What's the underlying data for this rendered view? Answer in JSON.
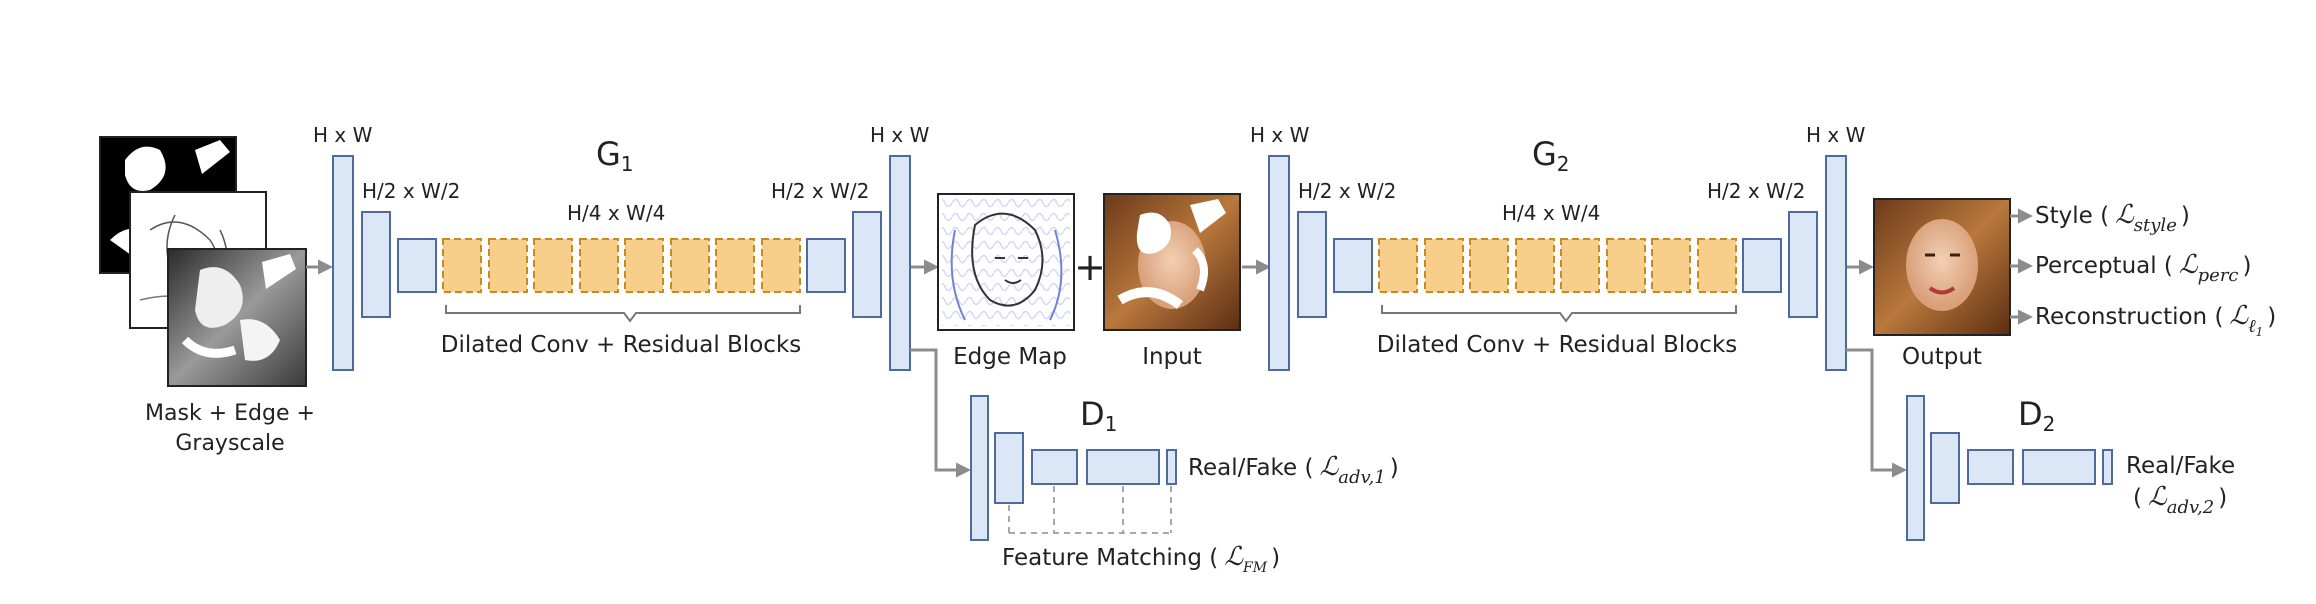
{
  "generator1": {
    "title": "G",
    "title_sub": "1",
    "dim_full_in": "H x W",
    "dim_half_in": "H/2 x W/2",
    "dim_quarter": "H/4 x W/4",
    "dim_half_out": "H/2 x W/2",
    "dim_full_out": "H x W",
    "blocks_label": "Dilated Conv + Residual Blocks"
  },
  "generator2": {
    "title": "G",
    "title_sub": "2",
    "dim_full_in": "H x W",
    "dim_half_in": "H/2 x W/2",
    "dim_quarter": "H/4 x W/4",
    "dim_half_out": "H/2 x W/2",
    "dim_full_out": "H x W",
    "blocks_label": "Dilated Conv + Residual Blocks"
  },
  "inputs": {
    "stack_label_line1": "Mask + Edge +",
    "stack_label_line2": "Grayscale"
  },
  "edge_map": {
    "label": "Edge Map"
  },
  "plus_sign": "+",
  "masked_input": {
    "label": "Input"
  },
  "output": {
    "label": "Output"
  },
  "losses": {
    "style": {
      "text": "Style (",
      "symbol": "ℒ",
      "sub": "style",
      "close": ")"
    },
    "perceptual": {
      "text": "Perceptual (",
      "symbol": "ℒ",
      "sub": "perc",
      "close": ")"
    },
    "reconstruction": {
      "text": "Reconstruction (",
      "symbol": "ℒ",
      "sub": "ℓ",
      "sub2": "1",
      "close": ")"
    }
  },
  "discriminator1": {
    "title": "D",
    "title_sub": "1",
    "output_text": "Real/Fake (",
    "symbol": "ℒ",
    "sub": "adv,1",
    "close": ")",
    "feature_text": "Feature Matching (",
    "feature_symbol": "ℒ",
    "feature_sub": "FM",
    "feature_close": ")"
  },
  "discriminator2": {
    "title": "D",
    "title_sub": "2",
    "output_line1": "Real/Fake",
    "output_line2_open": "(",
    "symbol": "ℒ",
    "sub": "adv,2",
    "close": ")"
  },
  "colors": {
    "conv_block_fill": "#dbe6f7",
    "conv_block_stroke": "#4f6a9e",
    "residual_fill": "#f7cf8a",
    "residual_stroke": "#c98a1f",
    "arrow": "#8c8c8c"
  }
}
